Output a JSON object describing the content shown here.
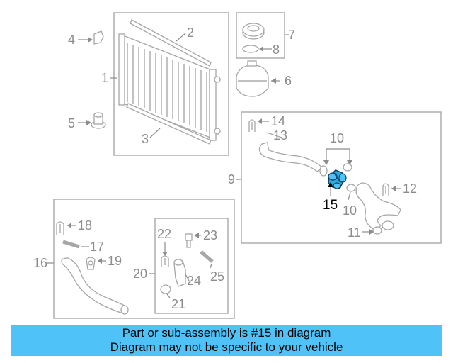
{
  "callouts": {
    "n1": "1",
    "n2": "2",
    "n3": "3",
    "n4": "4",
    "n5": "5",
    "n6": "6",
    "n7": "7",
    "n8": "8",
    "n9": "9",
    "n10a": "10",
    "n10b": "10",
    "n11": "11",
    "n12": "12",
    "n13": "13",
    "n14": "14",
    "n15": "15",
    "n16": "16",
    "n17": "17",
    "n18": "18",
    "n19": "19",
    "n20": "20",
    "n21": "21",
    "n22": "22",
    "n23": "23",
    "n24": "24",
    "n25": "25"
  },
  "highlighted_part": "15",
  "colors": {
    "highlight": "#4fc3f7",
    "highlight_part": "#29a9e0",
    "line": "#a6a6a6"
  },
  "caption": {
    "line1": "Part or sub-assembly is #15 in diagram",
    "line2": "Diagram may not be specific to your vehicle"
  }
}
